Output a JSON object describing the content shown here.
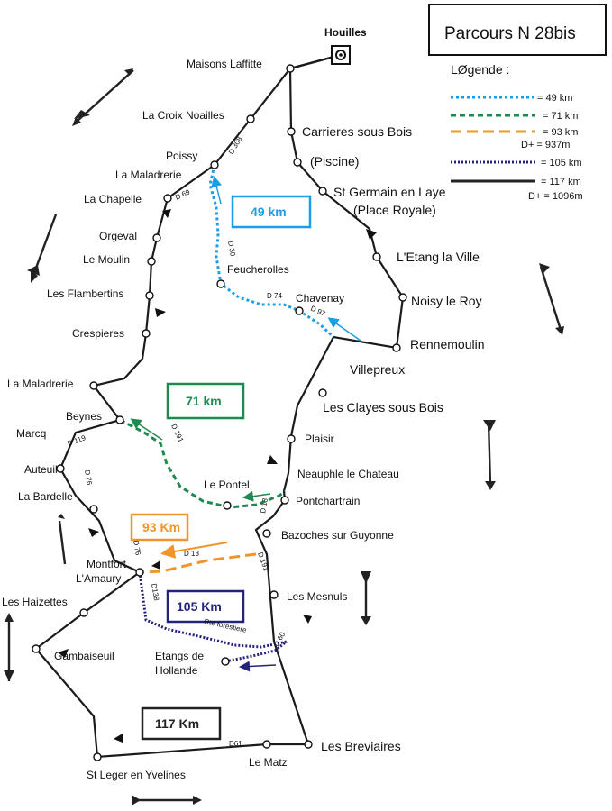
{
  "title": "Parcours N  28bis",
  "legend": {
    "heading": "LØgende :",
    "items": [
      {
        "label": "= 49 km",
        "color": "#1a9ee6"
      },
      {
        "label": "= 71 km",
        "color": "#1e8a50"
      },
      {
        "label": "= 93 km",
        "color": "#f0952a",
        "extra": "D+ = 937m"
      },
      {
        "label": "= 105 km",
        "color": "#23237a"
      },
      {
        "label": "= 117 km",
        "color": "#222222",
        "extra": "D+ = 1096m"
      }
    ]
  },
  "towns": {
    "houilles": "Houilles",
    "maisons_laffitte": "Maisons Laffitte",
    "la_croix_noailles": "La Croix Noailles",
    "carrieres_sous_bois": "Carrieres sous Bois",
    "piscine": "(Piscine)",
    "poissy": "Poissy",
    "la_maladrerie_1": "La Maladrerie",
    "la_chapelle": "La Chapelle",
    "st_germain": "St Germain en Laye",
    "place_royale": "(Place Royale)",
    "orgeval": "Orgeval",
    "le_moulin": "Le Moulin",
    "letang_la_ville": "L'Etang la Ville",
    "feucherolles": "Feucherolles",
    "les_flambertins": "Les Flambertins",
    "noisy_le_roy": "Noisy le Roy",
    "chavenay": "Chavenay",
    "crespieres": "Crespieres",
    "rennemoulin": "Rennemoulin",
    "villepreux": "Villepreux",
    "la_maladrerie_2": "La Maladrerie",
    "les_clayes": "Les Clayes sous Bois",
    "beynes": "Beynes",
    "marcq": "Marcq",
    "plaisir": "Plaisir",
    "auteuil": "Auteuil",
    "neauphle": "Neauphle le Chateau",
    "le_pontel": "Le Pontel",
    "la_bardelle": "La Bardelle",
    "pontchartrain": "Pontchartrain",
    "bazoches": "Bazoches sur Guyonne",
    "montfort_1": "Montfort",
    "montfort_2": "L'Amaury",
    "les_haizettes": "Les Haizettes",
    "les_mesnuls": "Les Mesnuls",
    "gambaiseuil": "Gambaiseuil",
    "etangs_1": "Etangs de",
    "etangs_2": "Hollande",
    "les_breviaires": "Les Breviaires",
    "le_matz": "Le Matz",
    "st_leger": "St Leger en Yvelines"
  },
  "roads": {
    "d308": "D 308",
    "d69": "D 69",
    "d30": "D 30",
    "d74": "D 74",
    "d97": "D 97",
    "d119": "D 119",
    "d191a": "D 191",
    "d76a": "D 76",
    "d13a": "D 13",
    "d76b": "D 76",
    "d13b": "D 13",
    "d191b": "D 191",
    "d138": "D138",
    "rte_forestiere": "Rte forestiere",
    "d60": "D 60",
    "d61": "D61"
  },
  "distance_boxes": {
    "km49": {
      "label": "49 km",
      "color": "#1a9ee6"
    },
    "km71": {
      "label": "71 km",
      "color": "#1e8a50"
    },
    "km93": {
      "label": "93 Km",
      "color": "#f0952a"
    },
    "km105": {
      "label": "105 Km",
      "color": "#23237a"
    },
    "km117": {
      "label": "117 Km",
      "color": "#222222"
    }
  }
}
